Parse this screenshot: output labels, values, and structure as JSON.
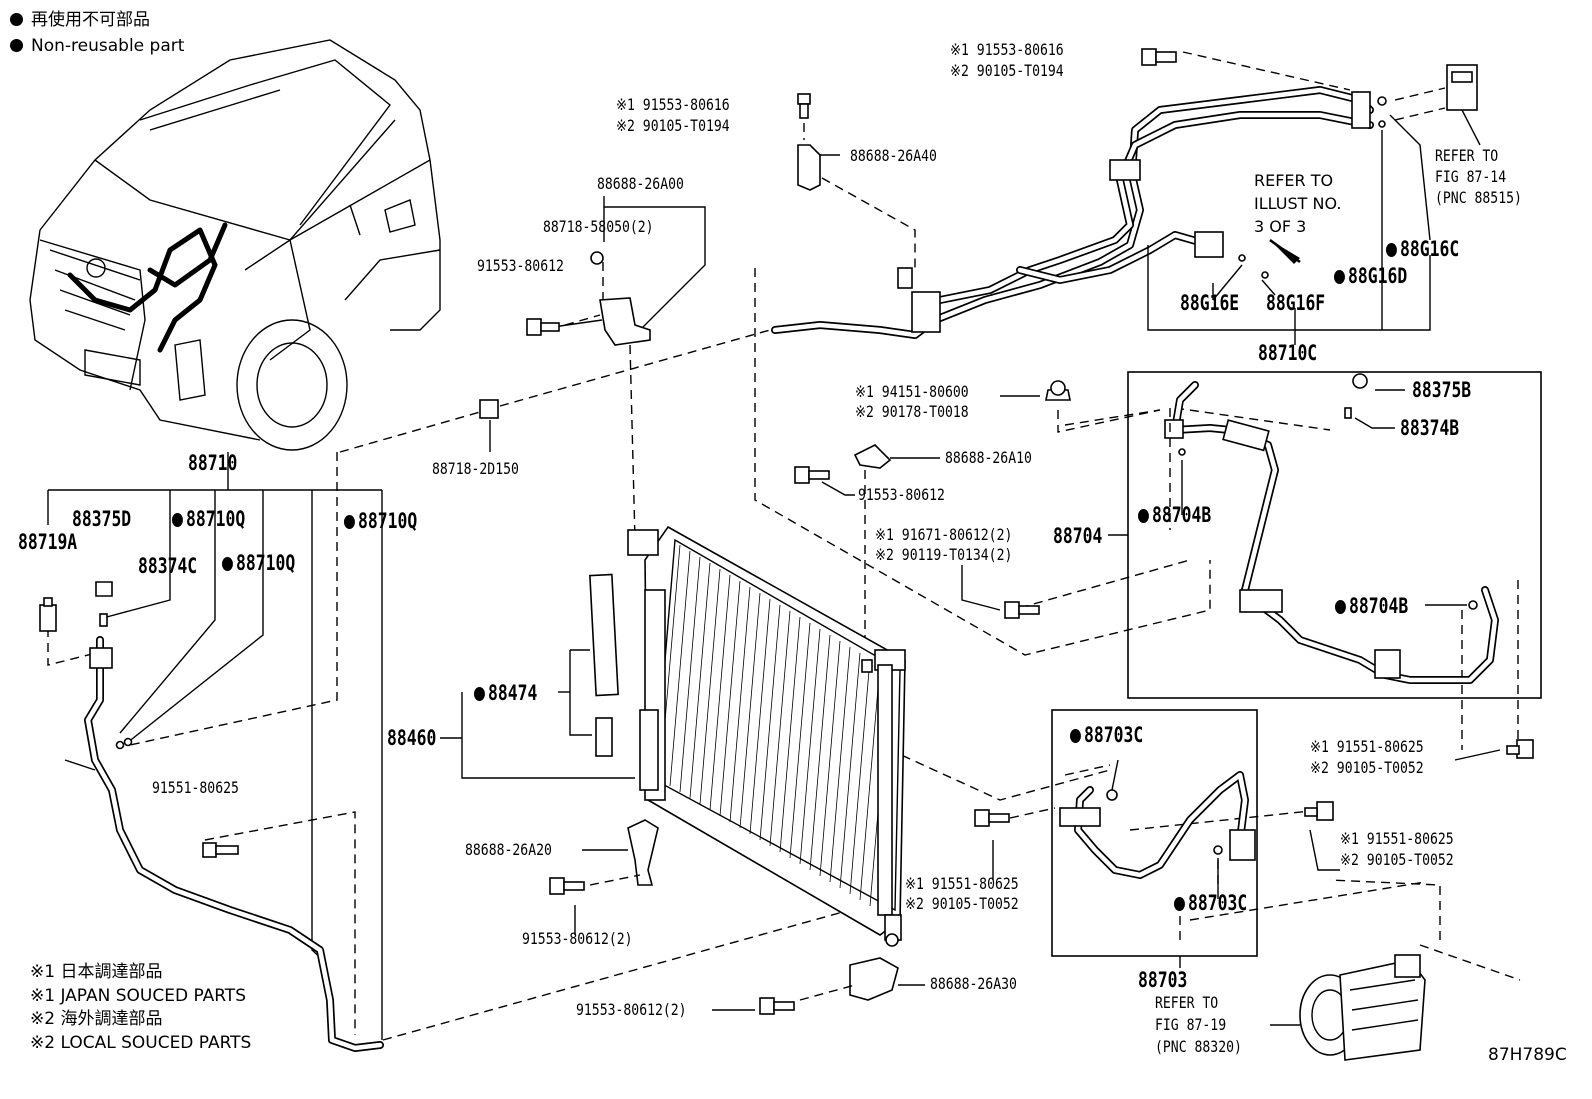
{
  "legend": {
    "jp": "再使用不可部品",
    "en": "Non-reusable part"
  },
  "footnotes": [
    "※1 日本調達部品",
    "※1 JAPAN SOUCED PARTS",
    "※2 海外調達部品",
    "※2 LOCAL SOUCED PARTS"
  ],
  "diagram_id": "87H789C",
  "parts": {
    "p88710": "88710",
    "p88375D": "88375D",
    "p88719A": "88719A",
    "p88374C": "88374C",
    "p88710Q_a": "88710Q",
    "p88710Q_b": "88710Q",
    "p88710Q_c": "88710Q",
    "p91551_80625_left": "91551-80625",
    "p88718_2D150": "88718-2D150",
    "p88688_26A00": "88688-26A00",
    "p88718_58050": "88718-58050(2)",
    "p91553_80612_a": "91553-80612",
    "p91553_80616_mid": "※1 91553-80616",
    "p90105_T0194_mid": "※2 90105-T0194",
    "p88688_26A40": "88688-26A40",
    "p91553_80616_top": "※1 91553-80616",
    "p90105_T0194_top": "※2 90105-T0194",
    "refer_87_14_a": "REFER TO",
    "refer_87_14_b": "FIG 87-14",
    "refer_87_14_c": "(PNC 88515)",
    "refer_illust_a": "REFER TO",
    "refer_illust_b": "ILLUST NO.",
    "refer_illust_c": "3 OF 3",
    "p88G16C": "88G16C",
    "p88G16D": "88G16D",
    "p88G16E": "88G16E",
    "p88G16F": "88G16F",
    "p88710C": "88710C",
    "p94151_80600": "※1 94151-80600",
    "p90178_T0018": "※2 90178-T0018",
    "p88688_26A10": "88688-26A10",
    "p91553_80612_b": "91553-80612",
    "p88375B": "88375B",
    "p88374B": "88374B",
    "p88704B_a": "88704B",
    "p88704B_b": "88704B",
    "p88704": "88704",
    "p91671_80612": "※1 91671-80612(2)",
    "p90119_T0134": "※2 90119-T0134(2)",
    "p88474": "88474",
    "p88460": "88460",
    "p88703C_a": "88703C",
    "p88703C_b": "88703C",
    "p88703": "88703",
    "p91551_80625_r1": "※1 91551-80625",
    "p90105_T0052_r1": "※2 90105-T0052",
    "p91551_80625_r2": "※1 91551-80625",
    "p90105_T0052_r2": "※2 90105-T0052",
    "p91551_80625_c": "※1 91551-80625",
    "p90105_T0052_c": "※2 90105-T0052",
    "p88688_26A20": "88688-26A20",
    "p91553_80612_2a": "91553-80612(2)",
    "p88688_26A30": "88688-26A30",
    "p91553_80612_2b": "91553-80612(2)",
    "refer_87_19_a": "REFER TO",
    "refer_87_19_b": "FIG 87-19",
    "refer_87_19_c": "(PNC 88320)"
  }
}
